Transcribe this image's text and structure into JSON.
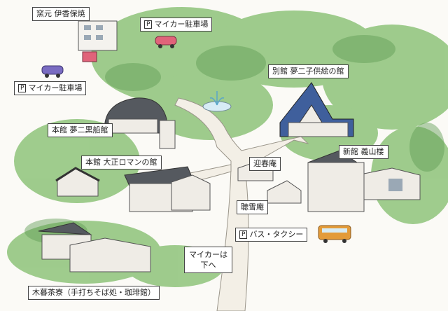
{
  "labels": {
    "kiln": "窯元 伊香保焼",
    "parking_top": "マイカー駐車場",
    "parking_left": "マイカー駐車場",
    "betsukan": "別館 夢二子供絵の館",
    "honkan_kurofune": "本館 夢二黒船館",
    "honkan_taisho": "本館 大正ロマンの館",
    "geishunan": "迎春庵",
    "shinkan": "新館 義山楼",
    "chosetsuan": "聴雪庵",
    "bus_taxi": "バス・タクシー",
    "mycar_down_1": "マイカーは",
    "mycar_down_2": "下へ",
    "kogure_chaya": "木暮茶寮（手打ちそば処・珈琲館）"
  },
  "badges": {
    "parking": "P"
  },
  "colors": {
    "foliage": "#8ec37a",
    "foliage_dark": "#5e9c52",
    "road": "#f3efe6",
    "roof": "#55595f",
    "church_roof": "#3f5f9c",
    "car_pink": "#e0637a",
    "car_purple": "#7a6cc2",
    "bus": "#e39b39"
  },
  "icons": [
    "car-icon",
    "bus-icon",
    "fountain-icon",
    "church-icon",
    "building-icon"
  ]
}
